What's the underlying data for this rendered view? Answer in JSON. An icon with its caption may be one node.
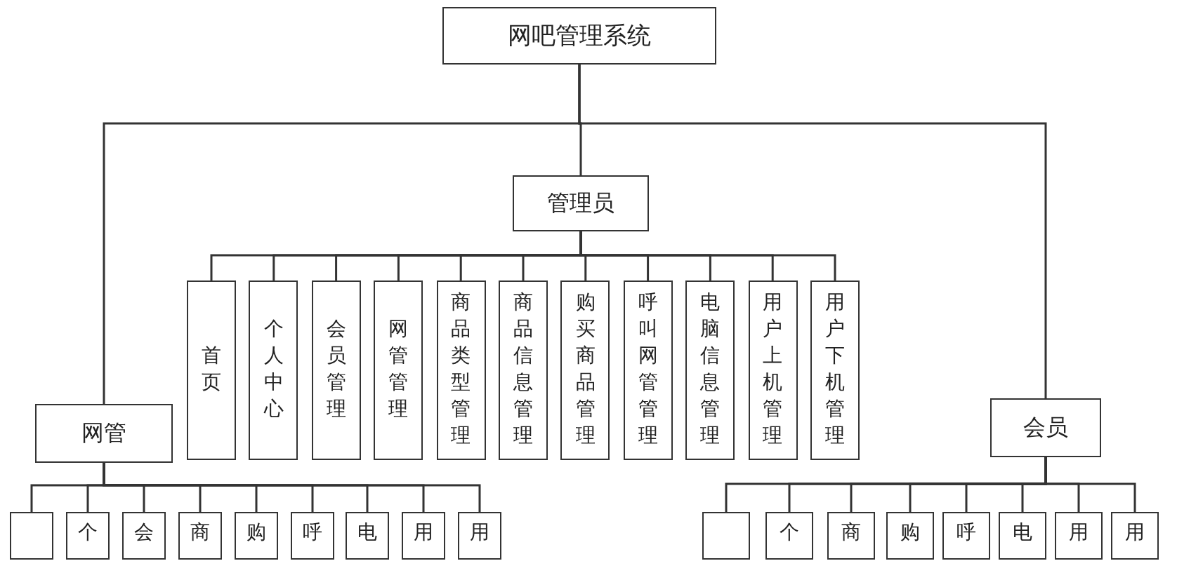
{
  "diagram": {
    "nodes": [
      {
        "text": [
          "网吧管理系统"
        ]
      },
      {
        "text": [
          "管理员"
        ]
      },
      {
        "text": [
          "首页"
        ]
      },
      {
        "text": [
          "个人中心"
        ]
      },
      {
        "text": [
          "会员管理"
        ]
      },
      {
        "text": [
          "网管管理"
        ]
      },
      {
        "text": [
          "商品类型管理"
        ]
      },
      {
        "text": [
          "商品信息管理"
        ]
      },
      {
        "text": [
          "购买商品管理"
        ]
      },
      {
        "text": [
          "呼叫网管管理"
        ]
      },
      {
        "text": [
          "电脑信息管理"
        ]
      },
      {
        "text": [
          "用户上机管理"
        ]
      },
      {
        "text": [
          "用户下机管理"
        ]
      },
      {
        "text": [
          "网管"
        ]
      },
      {
        "text": [],
        "shape": "box"
      },
      {
        "text": [
          "个"
        ]
      },
      {
        "text": [
          "会"
        ]
      },
      {
        "text": [
          "商"
        ]
      },
      {
        "text": [
          "购"
        ]
      },
      {
        "text": [
          "呼"
        ]
      },
      {
        "text": [
          "电"
        ]
      },
      {
        "text": [
          "用"
        ]
      },
      {
        "text": [
          "用"
        ]
      },
      {
        "text": [
          "会员"
        ]
      },
      {
        "text": [],
        "shape": "box"
      },
      {
        "text": [
          "个"
        ]
      },
      {
        "text": [
          "商"
        ]
      },
      {
        "text": [
          "购"
        ]
      },
      {
        "text": [
          "呼"
        ]
      },
      {
        "text": [
          "电"
        ]
      },
      {
        "text": [
          "用"
        ]
      },
      {
        "text": [
          "用"
        ]
      }
    ],
    "edges": [
      {
        "from": 0,
        "to": 1,
        "arrow": "none"
      },
      {
        "from": 0,
        "to": 13,
        "arrow": "none"
      },
      {
        "from": 0,
        "to": 23,
        "arrow": "none"
      },
      {
        "from": 1,
        "to": 2,
        "arrow": "none"
      },
      {
        "from": 1,
        "to": 3,
        "arrow": "none"
      },
      {
        "from": 1,
        "to": 4,
        "arrow": "none"
      },
      {
        "from": 1,
        "to": 5,
        "arrow": "none"
      },
      {
        "from": 1,
        "to": 6,
        "arrow": "none"
      },
      {
        "from": 1,
        "to": 7,
        "arrow": "none"
      },
      {
        "from": 1,
        "to": 8,
        "arrow": "none"
      },
      {
        "from": 1,
        "to": 9,
        "arrow": "none"
      },
      {
        "from": 1,
        "to": 10,
        "arrow": "none"
      },
      {
        "from": 1,
        "to": 11,
        "arrow": "none"
      },
      {
        "from": 1,
        "to": 12,
        "arrow": "none"
      },
      {
        "from": 13,
        "to": 14,
        "arrow": "none"
      },
      {
        "from": 13,
        "to": 15,
        "arrow": "none"
      },
      {
        "from": 13,
        "to": 16,
        "arrow": "none"
      },
      {
        "from": 13,
        "to": 17,
        "arrow": "none"
      },
      {
        "from": 13,
        "to": 18,
        "arrow": "none"
      },
      {
        "from": 13,
        "to": 19,
        "arrow": "none"
      },
      {
        "from": 13,
        "to": 20,
        "arrow": "none"
      },
      {
        "from": 13,
        "to": 21,
        "arrow": "none"
      },
      {
        "from": 13,
        "to": 22,
        "arrow": "none"
      },
      {
        "from": 23,
        "to": 24,
        "arrow": "none"
      },
      {
        "from": 23,
        "to": 25,
        "arrow": "none"
      },
      {
        "from": 23,
        "to": 26,
        "arrow": "none"
      },
      {
        "from": 23,
        "to": 27,
        "arrow": "none"
      },
      {
        "from": 23,
        "to": 28,
        "arrow": "none"
      },
      {
        "from": 23,
        "to": 29,
        "arrow": "none"
      },
      {
        "from": 23,
        "to": 30,
        "arrow": "none"
      },
      {
        "from": 23,
        "to": 31,
        "arrow": "none"
      }
    ]
  }
}
